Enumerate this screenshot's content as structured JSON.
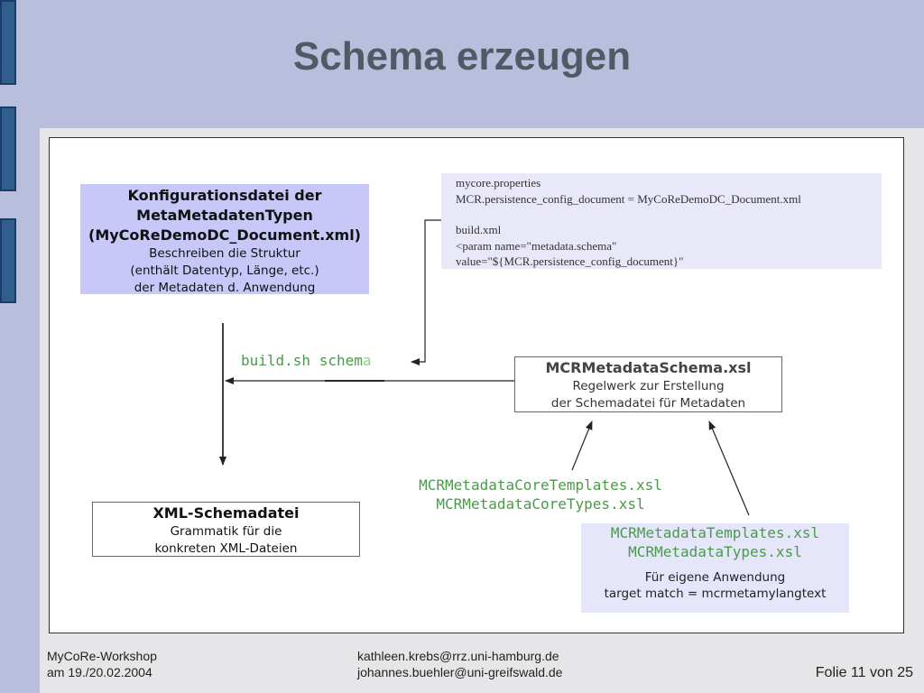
{
  "title": "Schema erzeugen",
  "config_box": {
    "lines_bold": [
      "Konfigurationsdatei der",
      "MetaMetadatenTypen",
      "(MyCoReDemoDC_Document.xml)"
    ],
    "lines": [
      "Beschreiben die Struktur",
      "(enthält Datentyp, Länge, etc.)",
      "der Metadaten d. Anwendung"
    ]
  },
  "properties_box": {
    "line1": "mycore.properties",
    "line2": "MCR.persistence_config_document = MyCoReDemoDC_Document.xml",
    "line3": "build.xml",
    "line4": "<param name=\"metadata.schema\"",
    "line5": "value=\"${MCR.persistence_config_document}\" "
  },
  "command": {
    "main": "build.sh schem",
    "faded": "a"
  },
  "schema_box": {
    "title": "MCRMetadataSchema.xsl",
    "line1": "Regelwerk zur Erstellung",
    "line2": "der Schemadatei für Metadaten"
  },
  "core_files": [
    "MCRMetadataCoreTemplates.xsl",
    "MCRMetadataCoreTypes.xsl"
  ],
  "xml_box": {
    "title": "XML-Schemadatei",
    "line1": "Grammatik für die",
    "line2": "konkreten XML-Dateien"
  },
  "templates_box": {
    "file1": "MCRMetadataTemplates.xsl",
    "file2": "MCRMetadataTypes.xsl",
    "line1": "Für eigene Anwendung",
    "line2": "target match = mcrmetamylangtext"
  },
  "footer": {
    "left1": "MyCoRe-Workshop",
    "left2": "am 19./20.02.2004",
    "email1": "kathleen.krebs@rrz.uni-hamburg.de",
    "email2": "johannes.buehler@uni-greifswald.de",
    "slide": "Folie 11 von 25"
  }
}
